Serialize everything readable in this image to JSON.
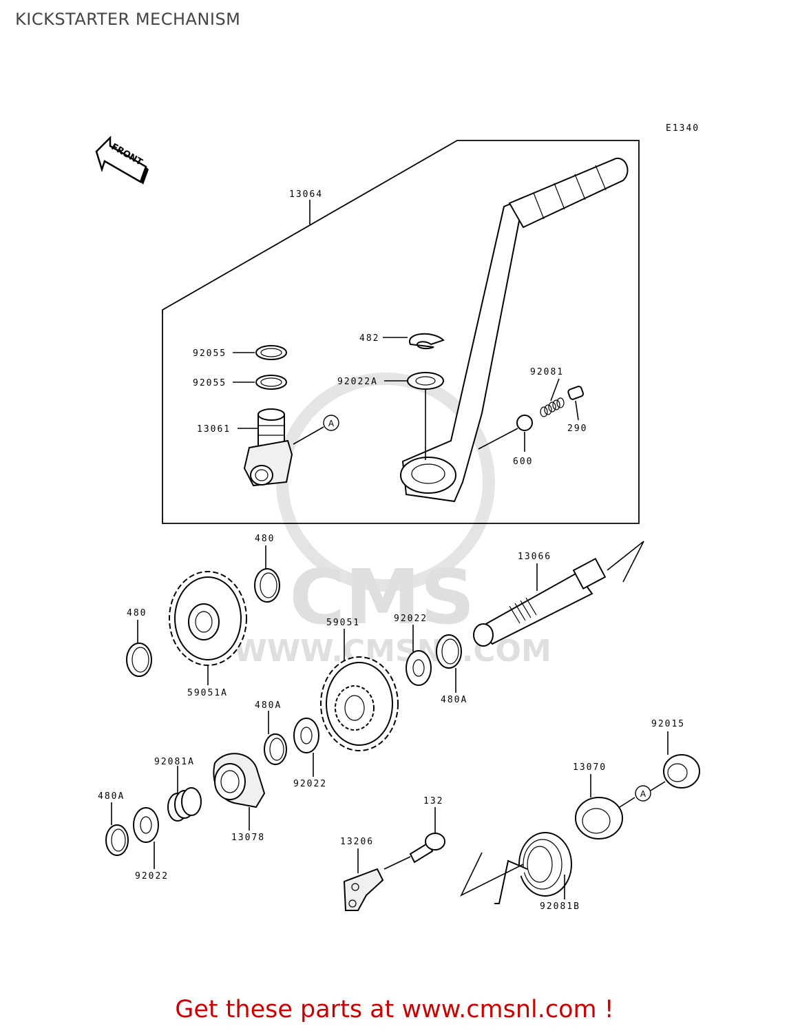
{
  "title": "KICKSTARTER MECHANISM",
  "diagram_code": "E1340",
  "front_label": "FRONT",
  "watermark": {
    "brand": "CMS",
    "url": "WWW.CMSNL.COM"
  },
  "footer_text": "Get these parts at www.cmsnl.com !",
  "colors": {
    "footer": "#cc0000",
    "title": "#444444",
    "watermark": "#d9d9d9"
  },
  "callouts": {
    "a": "A",
    "p13064": "13064",
    "p482": "482",
    "p92055_1": "92055",
    "p92055_2": "92055",
    "p92022A": "92022A",
    "p92081": "92081",
    "p13061": "13061",
    "p290": "290",
    "p600": "600",
    "p480_1": "480",
    "p13066": "13066",
    "p480_2": "480",
    "p59051": "59051",
    "p92022_1": "92022",
    "p59051A": "59051A",
    "p480A_1": "480A",
    "p480A_2": "480A",
    "p92015": "92015",
    "p92081A": "92081A",
    "p13070": "13070",
    "p92022_2": "92022",
    "p480A_3": "480A",
    "p13078": "13078",
    "p132": "132",
    "p13206": "13206",
    "p92022_3": "92022",
    "p92081B": "92081B"
  }
}
